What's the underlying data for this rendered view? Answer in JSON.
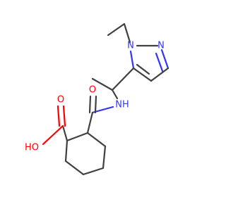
{
  "molecule": {
    "atoms": {
      "ring_n1": "N",
      "ring_n2": "N",
      "amide_n": "NH",
      "amide_o": "O",
      "acid_o": "O",
      "acid_oh": "HO"
    },
    "colors": {
      "bond": "#404040",
      "nitrogen": "#3333ff",
      "oxygen": "#ff0000"
    }
  }
}
